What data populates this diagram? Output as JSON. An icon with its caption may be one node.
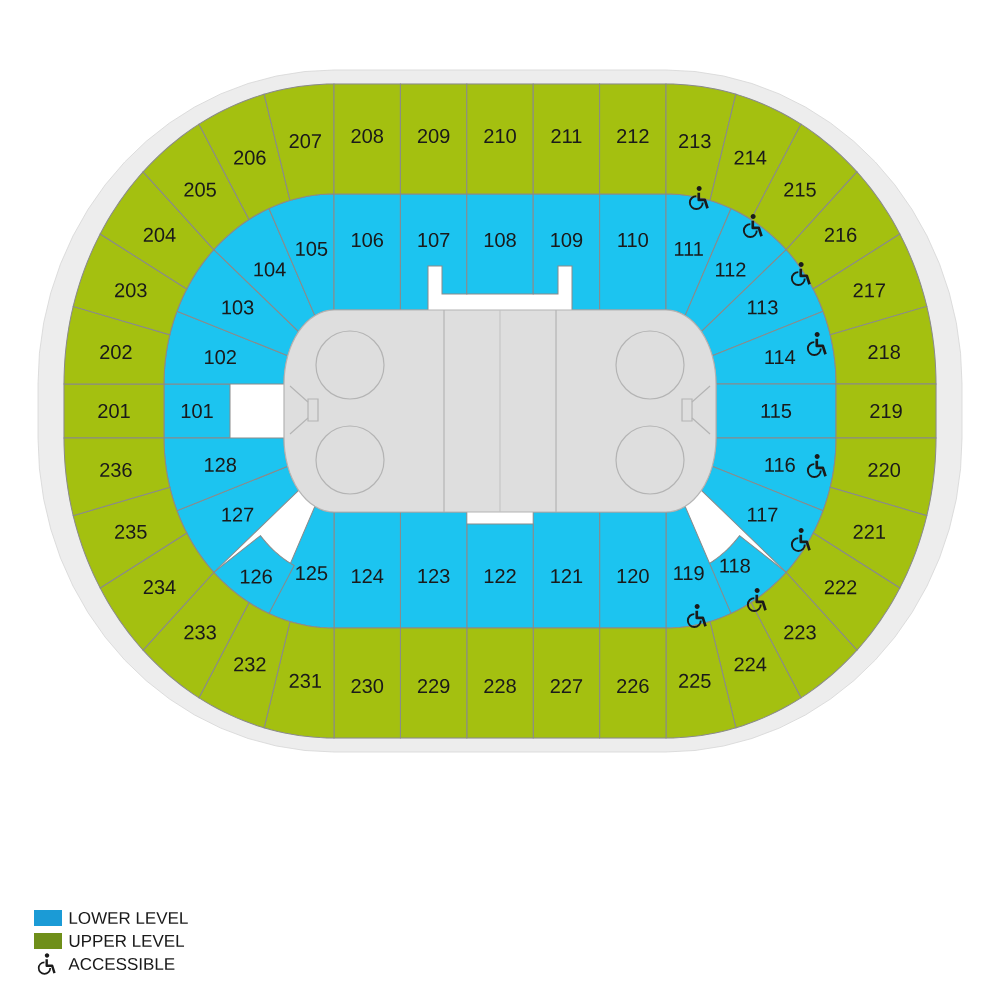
{
  "diagram": {
    "nodes": [
      {
        "text": [
          "101"
        ]
      },
      {
        "text": [
          "102"
        ]
      },
      {
        "text": [
          "103"
        ]
      },
      {
        "text": [
          "104"
        ]
      },
      {
        "text": [
          "105"
        ]
      },
      {
        "text": [
          "106"
        ]
      },
      {
        "text": [
          "107"
        ]
      },
      {
        "text": [
          "108"
        ]
      },
      {
        "text": [
          "109"
        ]
      },
      {
        "text": [
          "110"
        ]
      },
      {
        "text": [
          "111"
        ]
      },
      {
        "text": [
          "112"
        ]
      },
      {
        "text": [
          "113"
        ]
      },
      {
        "text": [
          "114"
        ]
      },
      {
        "text": [
          "115"
        ]
      },
      {
        "text": [
          "116"
        ]
      },
      {
        "text": [
          "117"
        ]
      },
      {
        "text": [
          "118"
        ]
      },
      {
        "text": [
          "119"
        ]
      },
      {
        "text": [
          "120"
        ]
      },
      {
        "text": [
          "121"
        ]
      },
      {
        "text": [
          "122"
        ]
      },
      {
        "text": [
          "123"
        ]
      },
      {
        "text": [
          "124"
        ]
      },
      {
        "text": [
          "125"
        ]
      },
      {
        "text": [
          "126"
        ]
      },
      {
        "text": [
          "127"
        ]
      },
      {
        "text": [
          "128"
        ]
      },
      {
        "text": [
          "201"
        ]
      },
      {
        "text": [
          "202"
        ]
      },
      {
        "text": [
          "203"
        ]
      },
      {
        "text": [
          "204"
        ]
      },
      {
        "text": [
          "205"
        ]
      },
      {
        "text": [
          "206"
        ]
      },
      {
        "text": [
          "207"
        ]
      },
      {
        "text": [
          "208"
        ]
      },
      {
        "text": [
          "209"
        ]
      },
      {
        "text": [
          "210"
        ]
      },
      {
        "text": [
          "211"
        ]
      },
      {
        "text": [
          "212"
        ]
      },
      {
        "text": [
          "213"
        ]
      },
      {
        "text": [
          "214"
        ]
      },
      {
        "text": [
          "215"
        ]
      },
      {
        "text": [
          "216"
        ]
      },
      {
        "text": [
          "217"
        ]
      },
      {
        "text": [
          "218"
        ]
      },
      {
        "text": [
          "219"
        ]
      },
      {
        "text": [
          "220"
        ]
      },
      {
        "text": [
          "221"
        ]
      },
      {
        "text": [
          "222"
        ]
      },
      {
        "text": [
          "223"
        ]
      },
      {
        "text": [
          "224"
        ]
      },
      {
        "text": [
          "225"
        ]
      },
      {
        "text": [
          "226"
        ]
      },
      {
        "text": [
          "227"
        ]
      },
      {
        "text": [
          "228"
        ]
      },
      {
        "text": [
          "229"
        ]
      },
      {
        "text": [
          "230"
        ]
      },
      {
        "text": [
          "231"
        ]
      },
      {
        "text": [
          "232"
        ]
      },
      {
        "text": [
          "233"
        ]
      },
      {
        "text": [
          "234"
        ]
      },
      {
        "text": [
          "235"
        ]
      },
      {
        "text": [
          "236"
        ]
      }
    ],
    "legend": [
      {
        "text": "LOWER LEVEL",
        "color": "#1b9bd6"
      },
      {
        "text": "UPPER LEVEL",
        "color": "#6f8f1a"
      },
      {
        "text": "ACCESSIBLE"
      }
    ]
  }
}
